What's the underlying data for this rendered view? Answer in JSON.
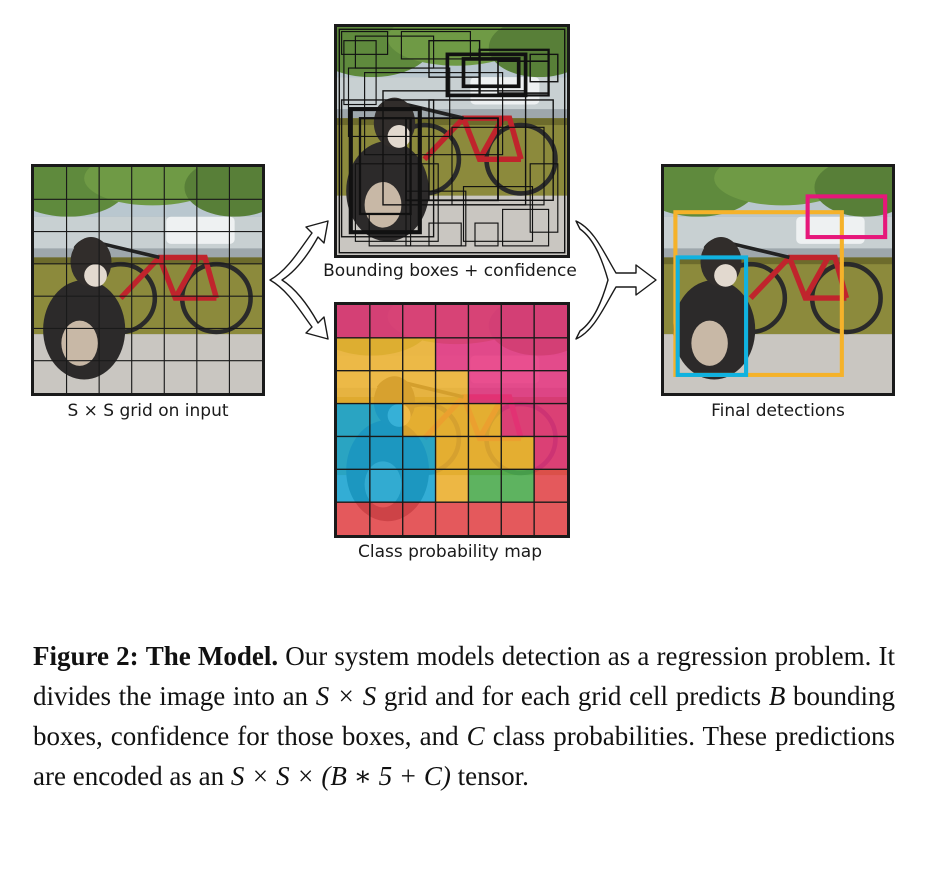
{
  "labels": {
    "grid_input": "S × S grid on input",
    "bounding_boxes": "Bounding boxes + confidence",
    "class_map": "Class probability map",
    "final_detections": "Final detections"
  },
  "caption": {
    "figure_label": "Figure 2:",
    "title": "The Model.",
    "part1": " Our system models detection as a regression problem. It divides the image into an ",
    "math_grid": "S × S",
    "part2": " grid and for each grid cell predicts ",
    "math_b": "B",
    "part3": " bounding boxes, confidence for those boxes, and ",
    "math_c": "C",
    "part4": " class probabilities. These predictions are encoded as an ",
    "math_tensor": "S × S × (B ∗ 5 + C)",
    "part5": " tensor."
  },
  "class_map_grid": [
    [
      "magenta",
      "magenta",
      "magenta",
      "magenta",
      "magenta",
      "magenta",
      "magenta"
    ],
    [
      "yellow",
      "yellow",
      "yellow",
      "magenta",
      "magenta",
      "magenta",
      "magenta"
    ],
    [
      "yellow",
      "yellow",
      "yellow",
      "yellow",
      "magenta",
      "magenta",
      "magenta"
    ],
    [
      "cyan",
      "cyan",
      "yellow",
      "yellow",
      "yellow",
      "magenta",
      "magenta"
    ],
    [
      "cyan",
      "cyan",
      "cyan",
      "yellow",
      "yellow",
      "yellow",
      "magenta"
    ],
    [
      "cyan",
      "cyan",
      "cyan",
      "yellow",
      "green",
      "green",
      "red"
    ],
    [
      "red",
      "red",
      "red",
      "red",
      "red",
      "red",
      "red"
    ]
  ],
  "colors": {
    "magenta": "#e8347f",
    "yellow": "#f2b530",
    "cyan": "#1aa9d8",
    "green": "#4cb050",
    "red": "#e8474c",
    "box_yellow": "#f5b22a",
    "box_cyan": "#10b2e0",
    "box_magenta": "#e6177a"
  }
}
